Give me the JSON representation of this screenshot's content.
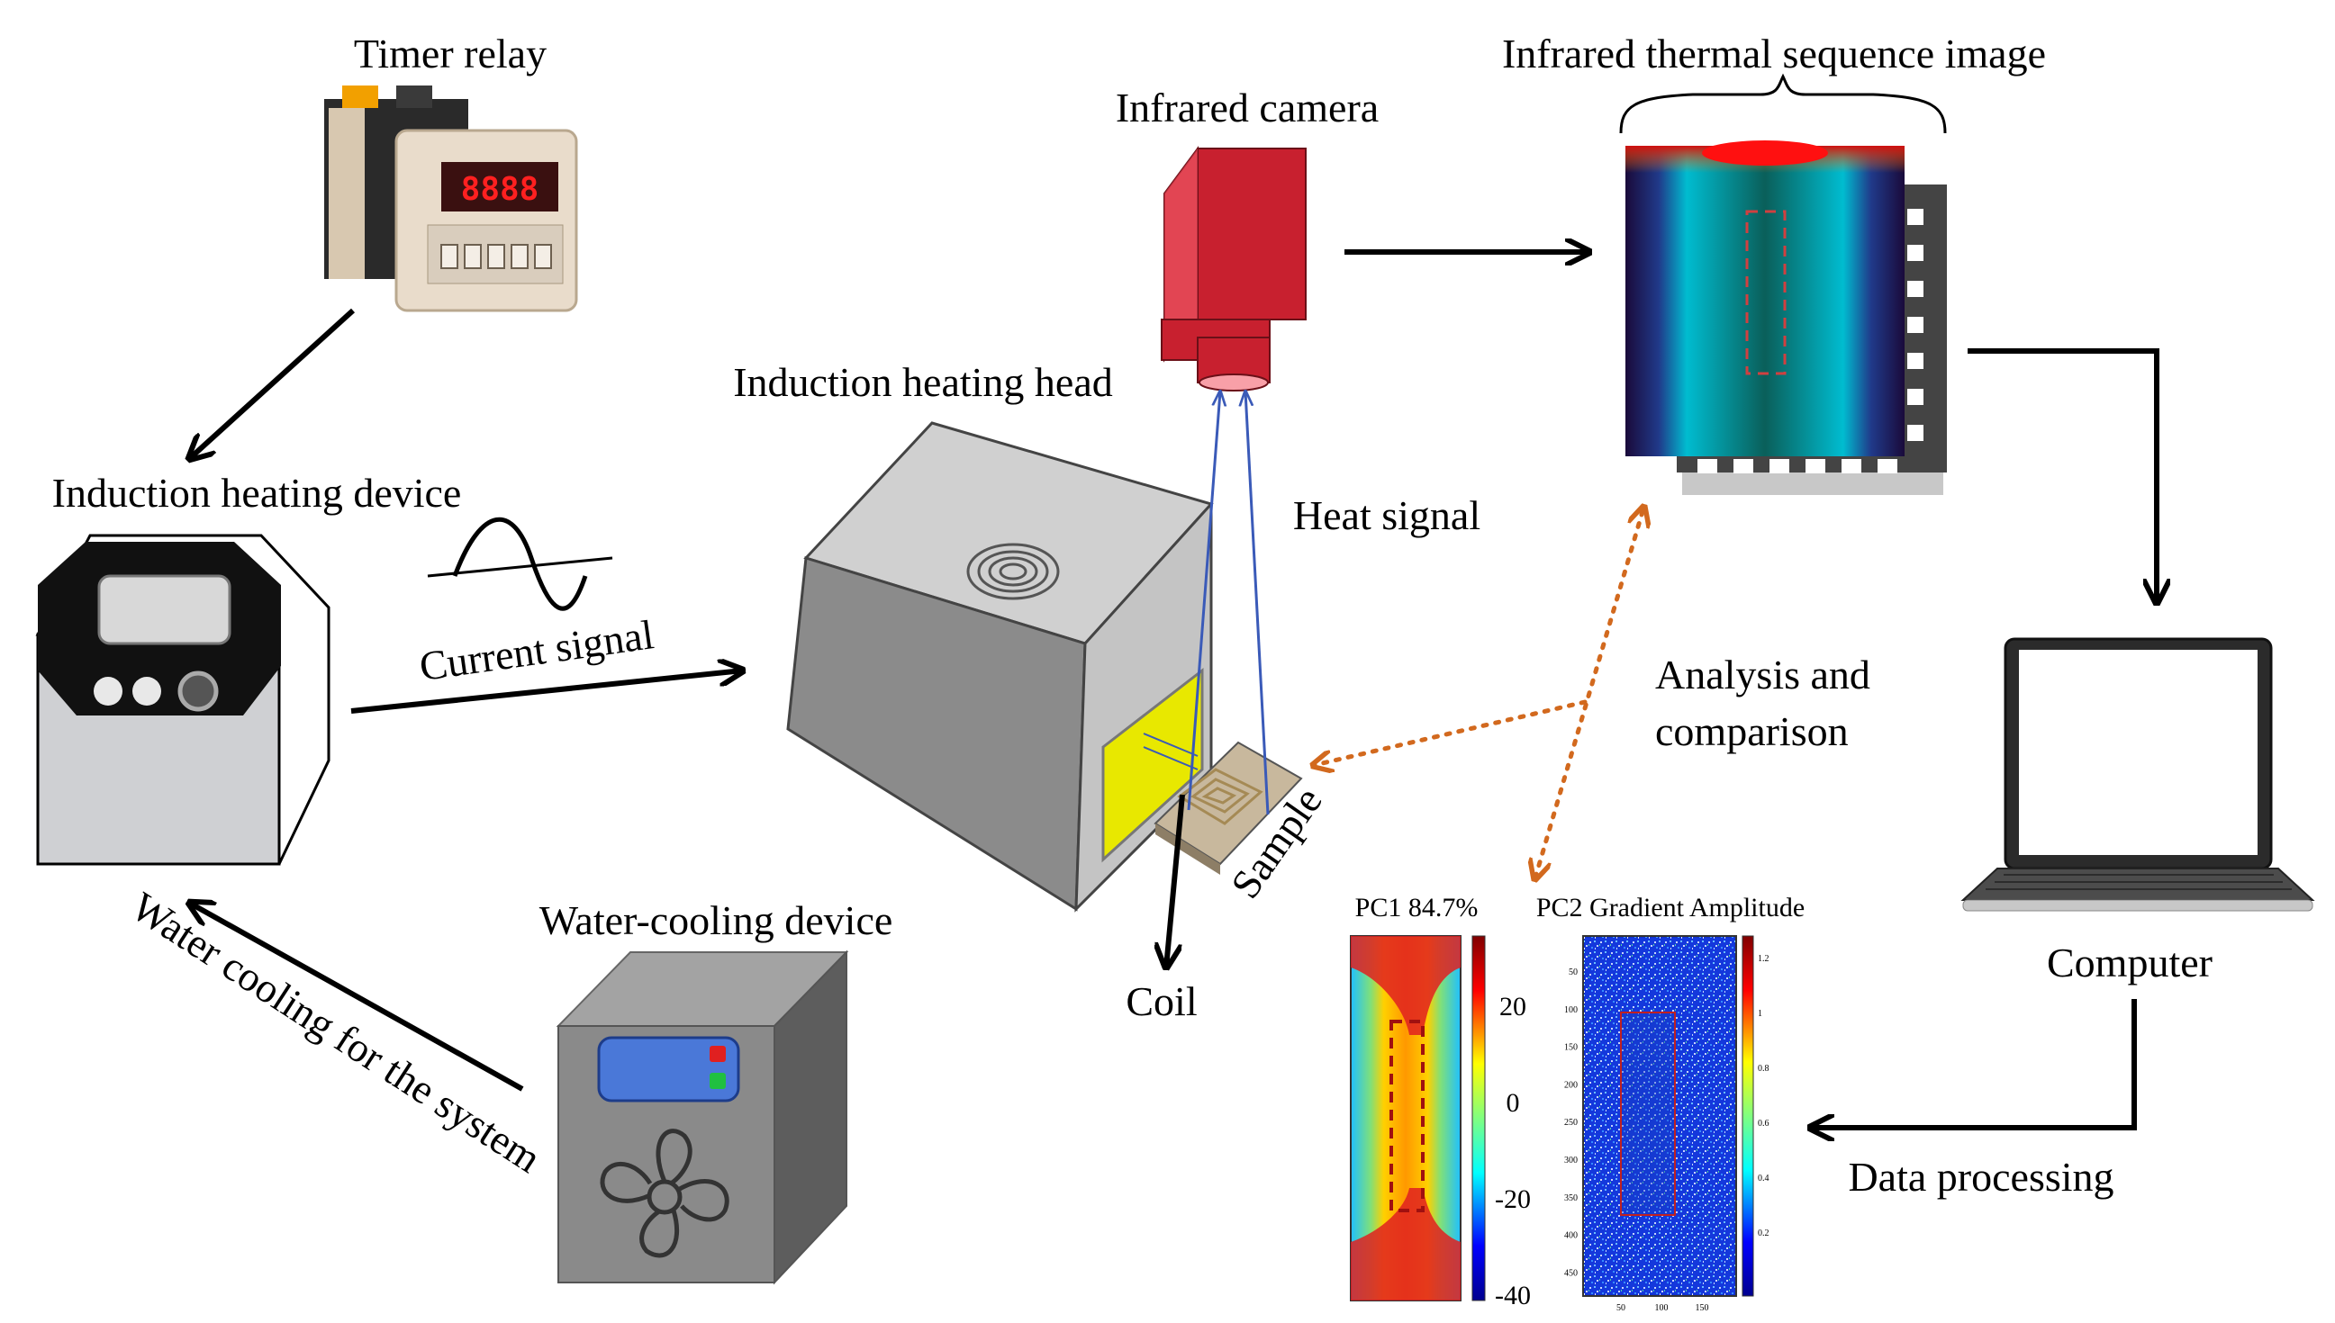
{
  "labels": {
    "timer_relay": "Timer relay",
    "induction_heating_device": "Induction heating device",
    "current_signal": "Current signal",
    "water_cooling_device": "Water-cooling device",
    "water_cooling_loop": "Water cooling for the system",
    "induction_heating_head": "Induction heating head",
    "infrared_camera": "Infrared camera",
    "heat_signal": "Heat signal",
    "sample": "Sample",
    "coil": "Coil",
    "thermal_sequence": "Infrared thermal sequence image",
    "analysis": [
      "Analysis and",
      "comparison"
    ],
    "computer": "Computer",
    "data_processing": "Data processing",
    "timer_display": "8888"
  },
  "pc1": {
    "title": "PC1 84.7%",
    "colorbar_ticks": [
      "20",
      "0",
      "-20",
      "-40"
    ]
  },
  "pc2": {
    "title": "PC2 Gradient Amplitude",
    "y_ticks": [
      "50",
      "100",
      "150",
      "200",
      "250",
      "300",
      "350",
      "400",
      "450"
    ],
    "x_ticks": [
      "50",
      "100",
      "150"
    ],
    "colorbar_ticks": [
      "1.2",
      "1",
      "0.8",
      "0.6",
      "0.4",
      "0.2"
    ]
  },
  "colors": {
    "camera_red": "#c8202f",
    "arrow_orange": "#d2691e",
    "signal_blue": "#3a5ab8",
    "heater_yellow": "#e8e800",
    "screen_blue": "#4a78d8"
  }
}
